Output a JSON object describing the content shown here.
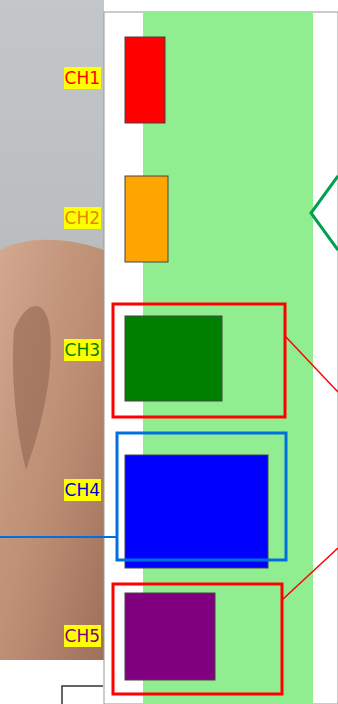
{
  "diagram": {
    "labels": [
      "CH1",
      "CH2",
      "CH3",
      "CH4",
      "CH5"
    ]
  }
}
